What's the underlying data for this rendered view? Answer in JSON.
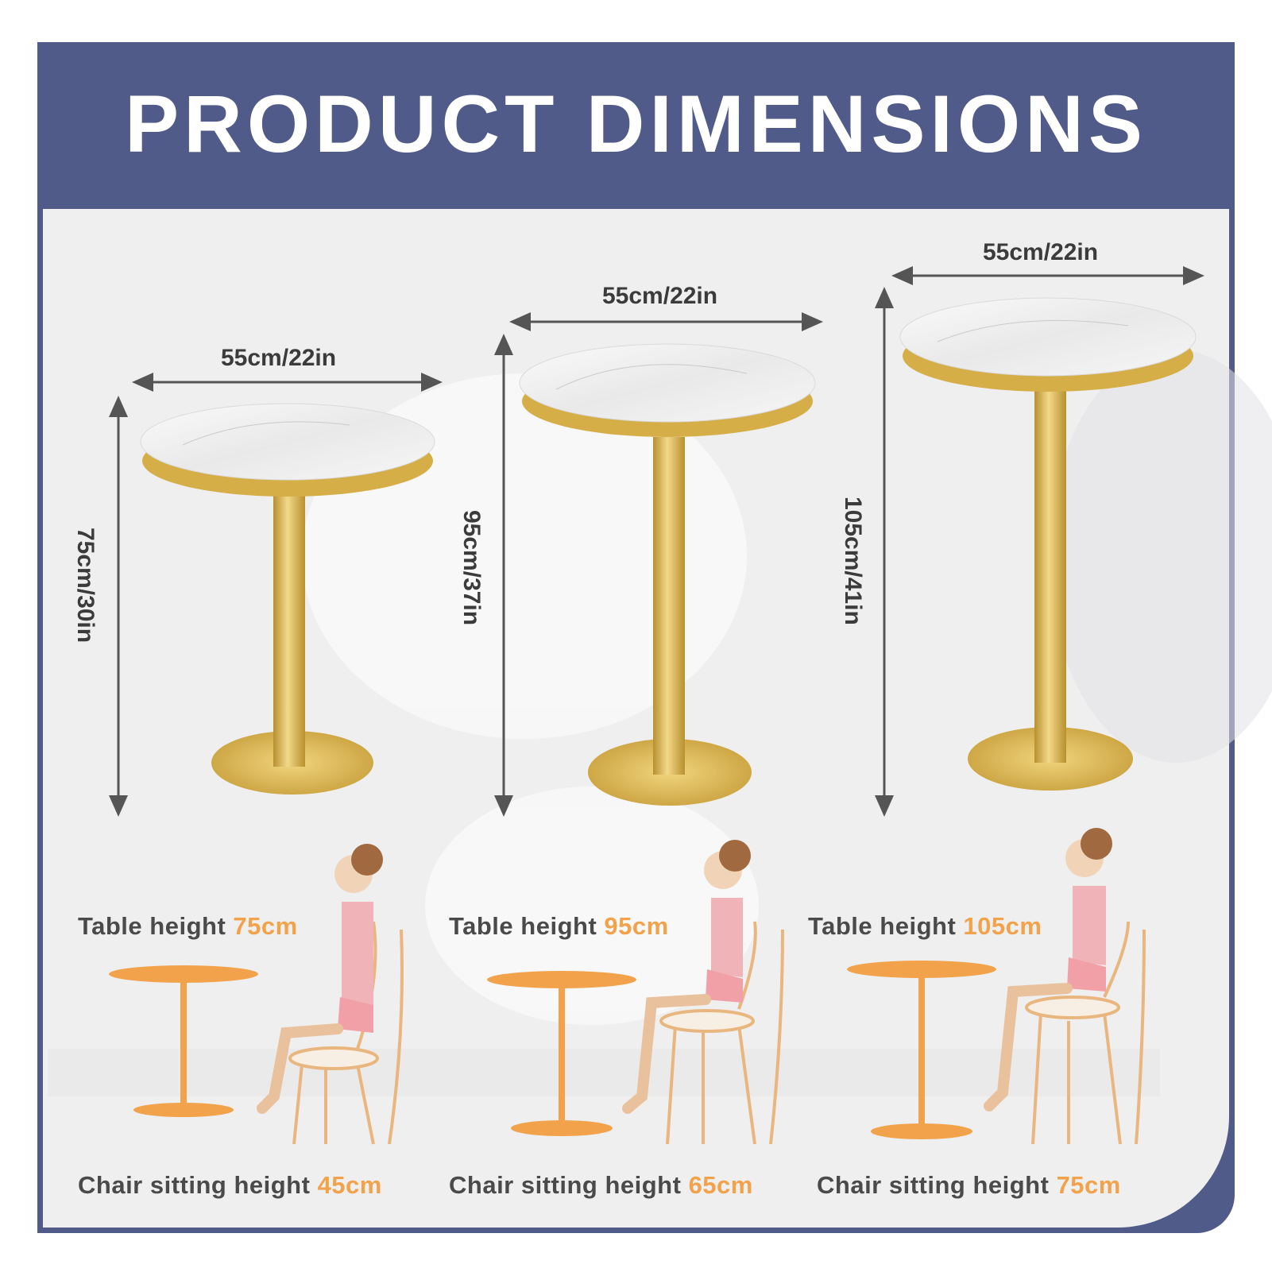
{
  "title": "PRODUCT DIMENSIONS",
  "colors": {
    "frame": "#515b8a",
    "gold": "#d9b24c",
    "highlight": "#f1a24a",
    "text": "#3b3b3b"
  },
  "tables": [
    {
      "width_label": "55cm/22in",
      "height_label": "75cm/30in",
      "table_caption": "Table height ",
      "table_value": "75cm",
      "chair_caption": "Chair sitting height ",
      "chair_value": "45cm"
    },
    {
      "width_label": "55cm/22in",
      "height_label": "95cm/37in",
      "table_caption": "Table height ",
      "table_value": "95cm",
      "chair_caption": "Chair sitting height ",
      "chair_value": "65cm"
    },
    {
      "width_label": "55cm/22in",
      "height_label": "105cm/41in",
      "table_caption": "Table height ",
      "table_value": "105cm",
      "chair_caption": "Chair sitting height ",
      "chair_value": "75cm"
    }
  ]
}
